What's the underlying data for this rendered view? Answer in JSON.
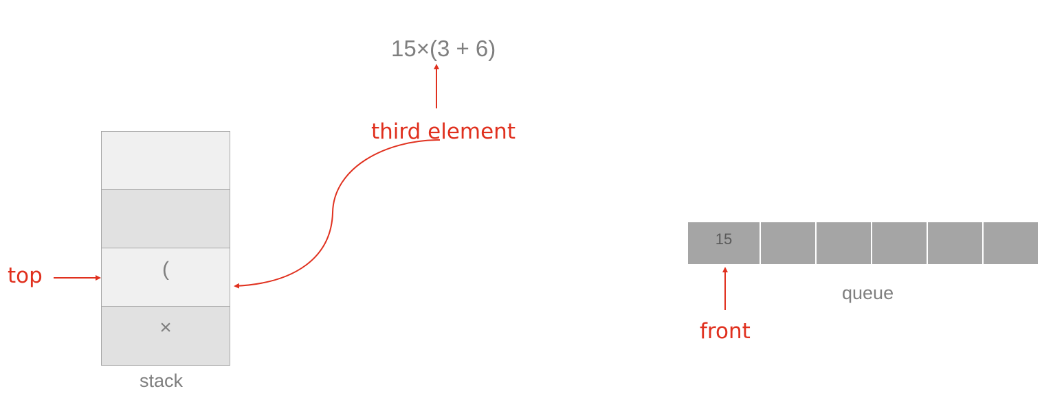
{
  "expression": "15×(3 + 6)",
  "labels": {
    "third_element": "third element",
    "top": "top",
    "front": "front",
    "stack": "stack",
    "queue": "queue"
  },
  "stack": {
    "cells": [
      "",
      "",
      "(",
      "×"
    ]
  },
  "queue": {
    "cells": [
      "15",
      "",
      "",
      "",
      "",
      ""
    ]
  },
  "colors": {
    "accent_red": "#e0301e",
    "text_gray": "#7f7f7f",
    "queue_fill": "#a5a5a5",
    "stack_light": "#f0f0f0",
    "stack_dark": "#e1e1e1"
  }
}
